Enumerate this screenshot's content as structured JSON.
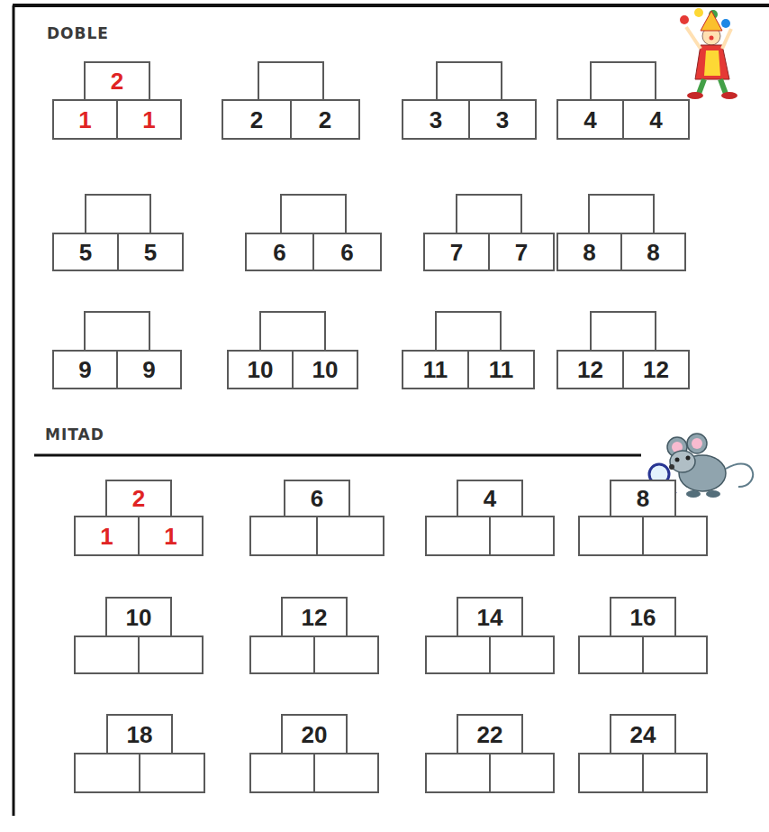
{
  "diagram": {
    "nodes": [
      {
        "text": [
          "2"
        ]
      },
      {
        "text": [
          "1"
        ]
      },
      {
        "text": [
          "1"
        ]
      },
      {
        "text": [
          "2"
        ]
      },
      {
        "text": [
          "2"
        ]
      },
      {
        "text": [
          "3"
        ]
      },
      {
        "text": [
          "3"
        ]
      },
      {
        "text": [
          "4"
        ]
      },
      {
        "text": [
          "4"
        ]
      },
      {
        "text": [
          "5"
        ]
      },
      {
        "text": [
          "5"
        ]
      },
      {
        "text": [
          "6"
        ]
      },
      {
        "text": [
          "6"
        ]
      },
      {
        "text": [
          "7"
        ]
      },
      {
        "text": [
          "7"
        ]
      },
      {
        "text": [
          "8"
        ]
      },
      {
        "text": [
          "8"
        ]
      },
      {
        "text": [
          "9"
        ]
      },
      {
        "text": [
          "9"
        ]
      },
      {
        "text": [
          "10"
        ]
      },
      {
        "text": [
          "10"
        ]
      },
      {
        "text": [
          "11"
        ]
      },
      {
        "text": [
          "11"
        ]
      },
      {
        "text": [
          "12"
        ]
      },
      {
        "text": [
          "12"
        ]
      },
      {
        "text": [
          "2"
        ]
      },
      {
        "text": [
          "1"
        ]
      },
      {
        "text": [
          "1"
        ]
      },
      {
        "text": [
          "6"
        ]
      },
      {
        "text": [
          "4"
        ]
      },
      {
        "text": [
          "8"
        ]
      },
      {
        "text": [
          "10"
        ]
      },
      {
        "text": [
          "12"
        ]
      },
      {
        "text": [
          "14"
        ]
      },
      {
        "text": [
          "16"
        ]
      },
      {
        "text": [
          "18"
        ]
      },
      {
        "text": [
          "20"
        ]
      },
      {
        "text": [
          "22"
        ]
      },
      {
        "text": [
          "24"
        ]
      }
    ],
    "labels": [
      "DOBLE",
      "MITAD"
    ]
  }
}
